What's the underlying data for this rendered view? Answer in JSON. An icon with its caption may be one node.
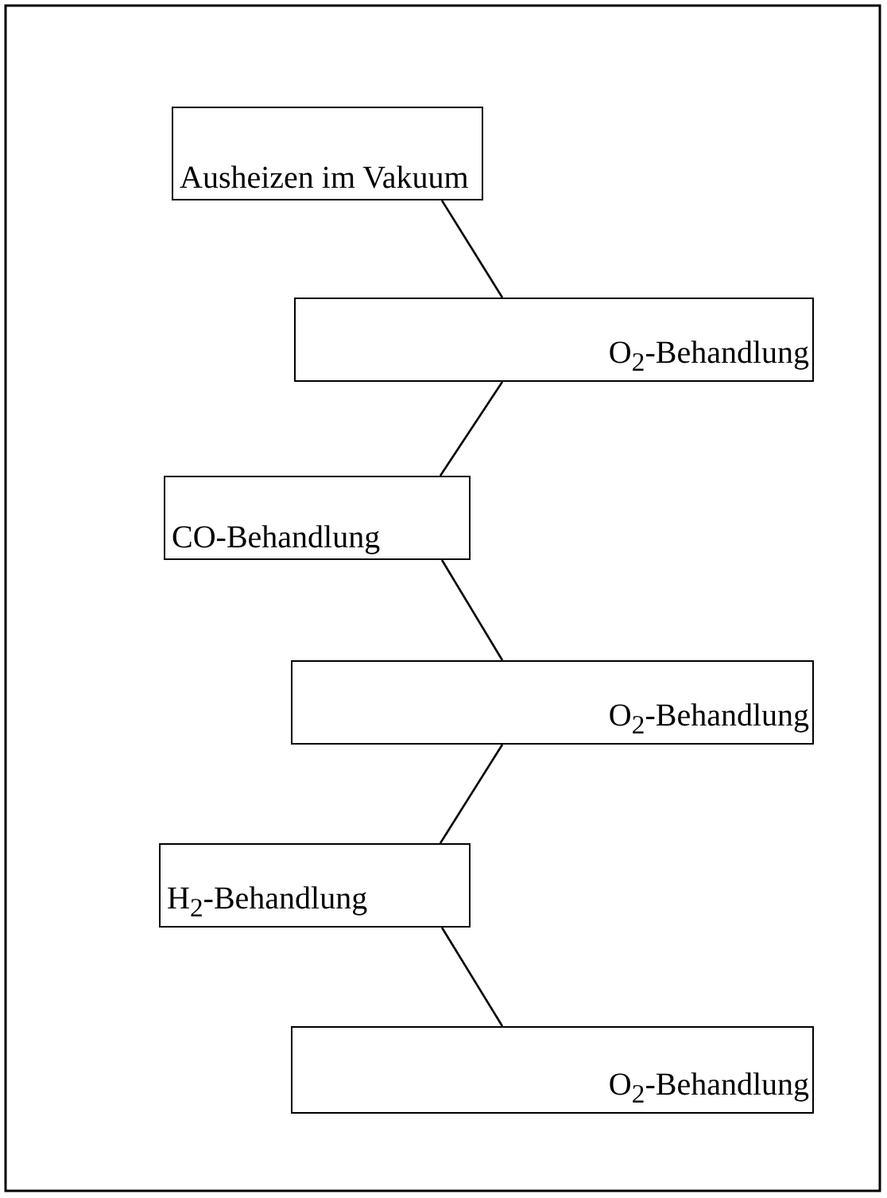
{
  "diagram": {
    "nodes": [
      {
        "text": [
          "Ausheizen im Vakuum"
        ]
      },
      {
        "text": [
          "O$_{2}$-Behandlung"
        ]
      },
      {
        "text": [
          "CO-Behandlung"
        ]
      },
      {
        "text": [
          "O$_{2}$-Behandlung"
        ]
      },
      {
        "text": [
          "H$_{2}$-Behandlung"
        ]
      },
      {
        "text": [
          "O$_{2}$-Behandlung"
        ]
      }
    ],
    "edges": [
      {
        "from": 0,
        "to": 1,
        "arrow": "none"
      },
      {
        "from": 1,
        "to": 2,
        "arrow": "none"
      },
      {
        "from": 2,
        "to": 3,
        "arrow": "none"
      },
      {
        "from": 3,
        "to": 4,
        "arrow": "none"
      },
      {
        "from": 4,
        "to": 5,
        "arrow": "none"
      }
    ]
  }
}
